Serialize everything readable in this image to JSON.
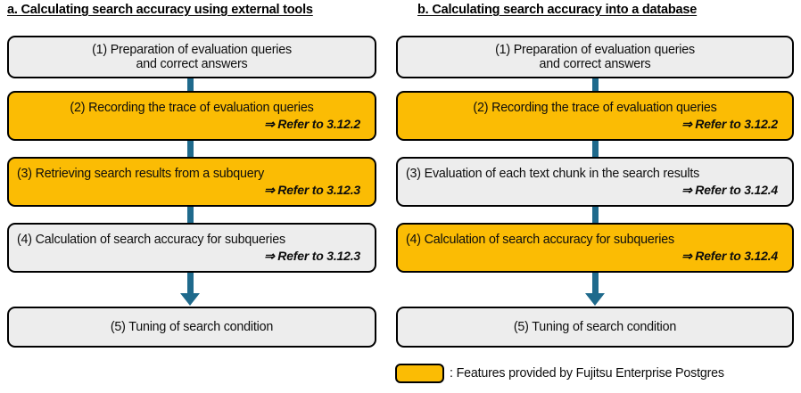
{
  "colors": {
    "amber": "#fbbc04",
    "gray": "#ededed",
    "connector": "#1f6a8c",
    "border": "#000000",
    "background": "#ffffff"
  },
  "panels": [
    {
      "id": "a",
      "title": "a. Calculating search accuracy using external tools",
      "steps": [
        {
          "id": "a1",
          "fill": "gray",
          "lines": [
            {
              "text": "(1) Preparation of evaluation queries",
              "align": "center",
              "style": "normal"
            },
            {
              "text": "and correct answers",
              "align": "center",
              "style": "normal"
            }
          ]
        },
        {
          "id": "a2",
          "fill": "amber",
          "lines": [
            {
              "text": "(2) Recording the trace of evaluation queries",
              "align": "center",
              "style": "normal"
            },
            {
              "text": "⇒ Refer to 3.12.2",
              "align": "right",
              "style": "refer"
            }
          ]
        },
        {
          "id": "a3",
          "fill": "amber",
          "lines": [
            {
              "text": "(3) Retrieving search results  from a subquery",
              "align": "left",
              "style": "normal"
            },
            {
              "text": "⇒ Refer to 3.12.3",
              "align": "right",
              "style": "refer"
            }
          ]
        },
        {
          "id": "a4",
          "fill": "gray",
          "lines": [
            {
              "text": "(4) Calculation of search accuracy  for subqueries",
              "align": "left",
              "style": "normal"
            },
            {
              "text": "⇒ Refer to 3.12.3",
              "align": "right",
              "style": "refer"
            }
          ]
        },
        {
          "id": "a5",
          "fill": "gray",
          "lines": [
            {
              "text": "(5) Tuning of search condition",
              "align": "center",
              "style": "normal"
            }
          ]
        }
      ]
    },
    {
      "id": "b",
      "title": "b. Calculating search accuracy into a database",
      "steps": [
        {
          "id": "b1",
          "fill": "gray",
          "lines": [
            {
              "text": "(1) Preparation of evaluation queries",
              "align": "center",
              "style": "normal"
            },
            {
              "text": "and correct answers",
              "align": "center",
              "style": "normal"
            }
          ]
        },
        {
          "id": "b2",
          "fill": "amber",
          "lines": [
            {
              "text": "(2) Recording the trace of evaluation queries",
              "align": "center",
              "style": "normal"
            },
            {
              "text": "⇒ Refer to 3.12.2",
              "align": "right",
              "style": "refer"
            }
          ]
        },
        {
          "id": "b3",
          "fill": "gray",
          "lines": [
            {
              "text": "(3) Evaluation of each text chunk  in the search results",
              "align": "left",
              "style": "normal"
            },
            {
              "text": "⇒ Refer to 3.12.4",
              "align": "right",
              "style": "refer"
            }
          ]
        },
        {
          "id": "b4",
          "fill": "amber",
          "lines": [
            {
              "text": "(4) Calculation of search accuracy  for subqueries",
              "align": "left",
              "style": "normal"
            },
            {
              "text": "⇒ Refer to 3.12.4",
              "align": "right",
              "style": "refer"
            }
          ]
        },
        {
          "id": "b5",
          "fill": "gray",
          "lines": [
            {
              "text": "(5) Tuning of search condition",
              "align": "center",
              "style": "normal"
            }
          ]
        }
      ]
    }
  ],
  "legend": {
    "separator": ":",
    "label": "Features provided by Fujitsu Enterprise Postgres"
  }
}
